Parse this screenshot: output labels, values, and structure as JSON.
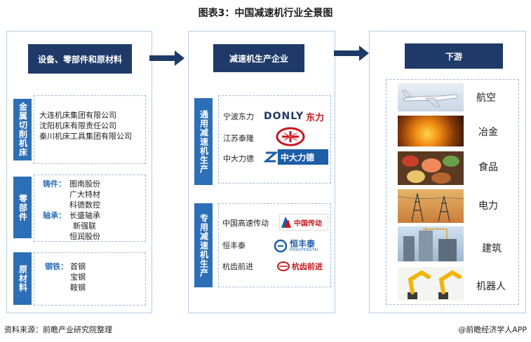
{
  "title": "图表3：中国减速机行业全景图",
  "upstream": {
    "header": "设备、零部件和原材料",
    "machine_tools": {
      "label": "金属切削机床",
      "companies": [
        "大连机床集团有限公司",
        "沈阳机床有限责任公司",
        "秦川机床工具集团有限公司"
      ]
    },
    "components": {
      "label": "零部件",
      "casting_label": "铸件：",
      "casting": [
        "图南股份",
        "广大特材",
        "科德数控"
      ],
      "bearing_label": "轴承：",
      "bearing": [
        "长盛轴承",
        "新强联",
        "恒润股份"
      ]
    },
    "materials": {
      "label": "原材料",
      "steel_label": "钢铁：",
      "steel": [
        "首钢",
        "宝钢",
        "鞍钢"
      ]
    }
  },
  "midstream": {
    "header": "减速机生产企业",
    "general": {
      "label": "通用减速机生产",
      "companies": [
        "宁波东力",
        "江苏泰隆",
        "中大力德"
      ],
      "logos": [
        "DONLY",
        "东力",
        "中大力德"
      ]
    },
    "special": {
      "label": "专用减速机生产",
      "companies": [
        "中国高速传动",
        "恒丰泰",
        "杭齿前进"
      ],
      "logos": [
        "中国传动",
        "恒丰泰",
        "HENGFENGTAI",
        "杭齿前进"
      ]
    }
  },
  "downstream": {
    "header": "下游",
    "items": [
      "航空",
      "冶金",
      "食品",
      "电力",
      "建筑",
      "机器人"
    ]
  },
  "footer": {
    "source": "资料来源：前瞻产业研究院整理",
    "brand": "@前瞻经济学人APP"
  },
  "colors": {
    "navy": "#1f3a68",
    "blue": "#2d6fb6",
    "border": "#b9cde4"
  }
}
